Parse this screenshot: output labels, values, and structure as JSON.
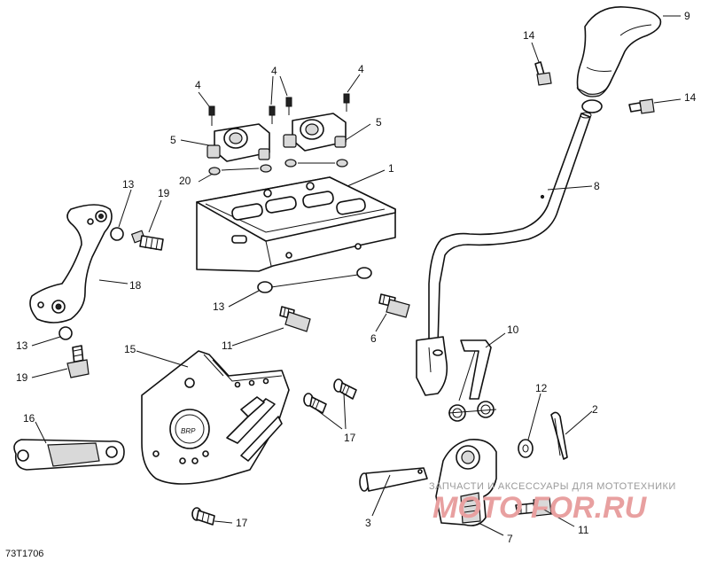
{
  "reference_code": "73T1706",
  "watermark": {
    "line1": "ЗАПЧАСТИ И АКСЕССУАРЫ ДЛЯ МОТОТЕХНИКИ",
    "line2": "MOTO FOR.RU"
  },
  "callouts": [
    {
      "id": "c1",
      "label": "1"
    },
    {
      "id": "c2",
      "label": "2"
    },
    {
      "id": "c3",
      "label": "3"
    },
    {
      "id": "c4a",
      "label": "4"
    },
    {
      "id": "c4b",
      "label": "4"
    },
    {
      "id": "c4c",
      "label": "4"
    },
    {
      "id": "c5a",
      "label": "5"
    },
    {
      "id": "c5b",
      "label": "5"
    },
    {
      "id": "c6",
      "label": "6"
    },
    {
      "id": "c7",
      "label": "7"
    },
    {
      "id": "c8",
      "label": "8"
    },
    {
      "id": "c9",
      "label": "9"
    },
    {
      "id": "c10",
      "label": "10"
    },
    {
      "id": "c11a",
      "label": "11"
    },
    {
      "id": "c11b",
      "label": "11"
    },
    {
      "id": "c12",
      "label": "12"
    },
    {
      "id": "c13a",
      "label": "13"
    },
    {
      "id": "c13b",
      "label": "13"
    },
    {
      "id": "c13c",
      "label": "13"
    },
    {
      "id": "c14a",
      "label": "14"
    },
    {
      "id": "c14b",
      "label": "14"
    },
    {
      "id": "c15",
      "label": "15"
    },
    {
      "id": "c16",
      "label": "16"
    },
    {
      "id": "c17a",
      "label": "17"
    },
    {
      "id": "c17b",
      "label": "17"
    },
    {
      "id": "c18",
      "label": "18"
    },
    {
      "id": "c19a",
      "label": "19"
    },
    {
      "id": "c19b",
      "label": "19"
    },
    {
      "id": "c20",
      "label": "20"
    }
  ]
}
